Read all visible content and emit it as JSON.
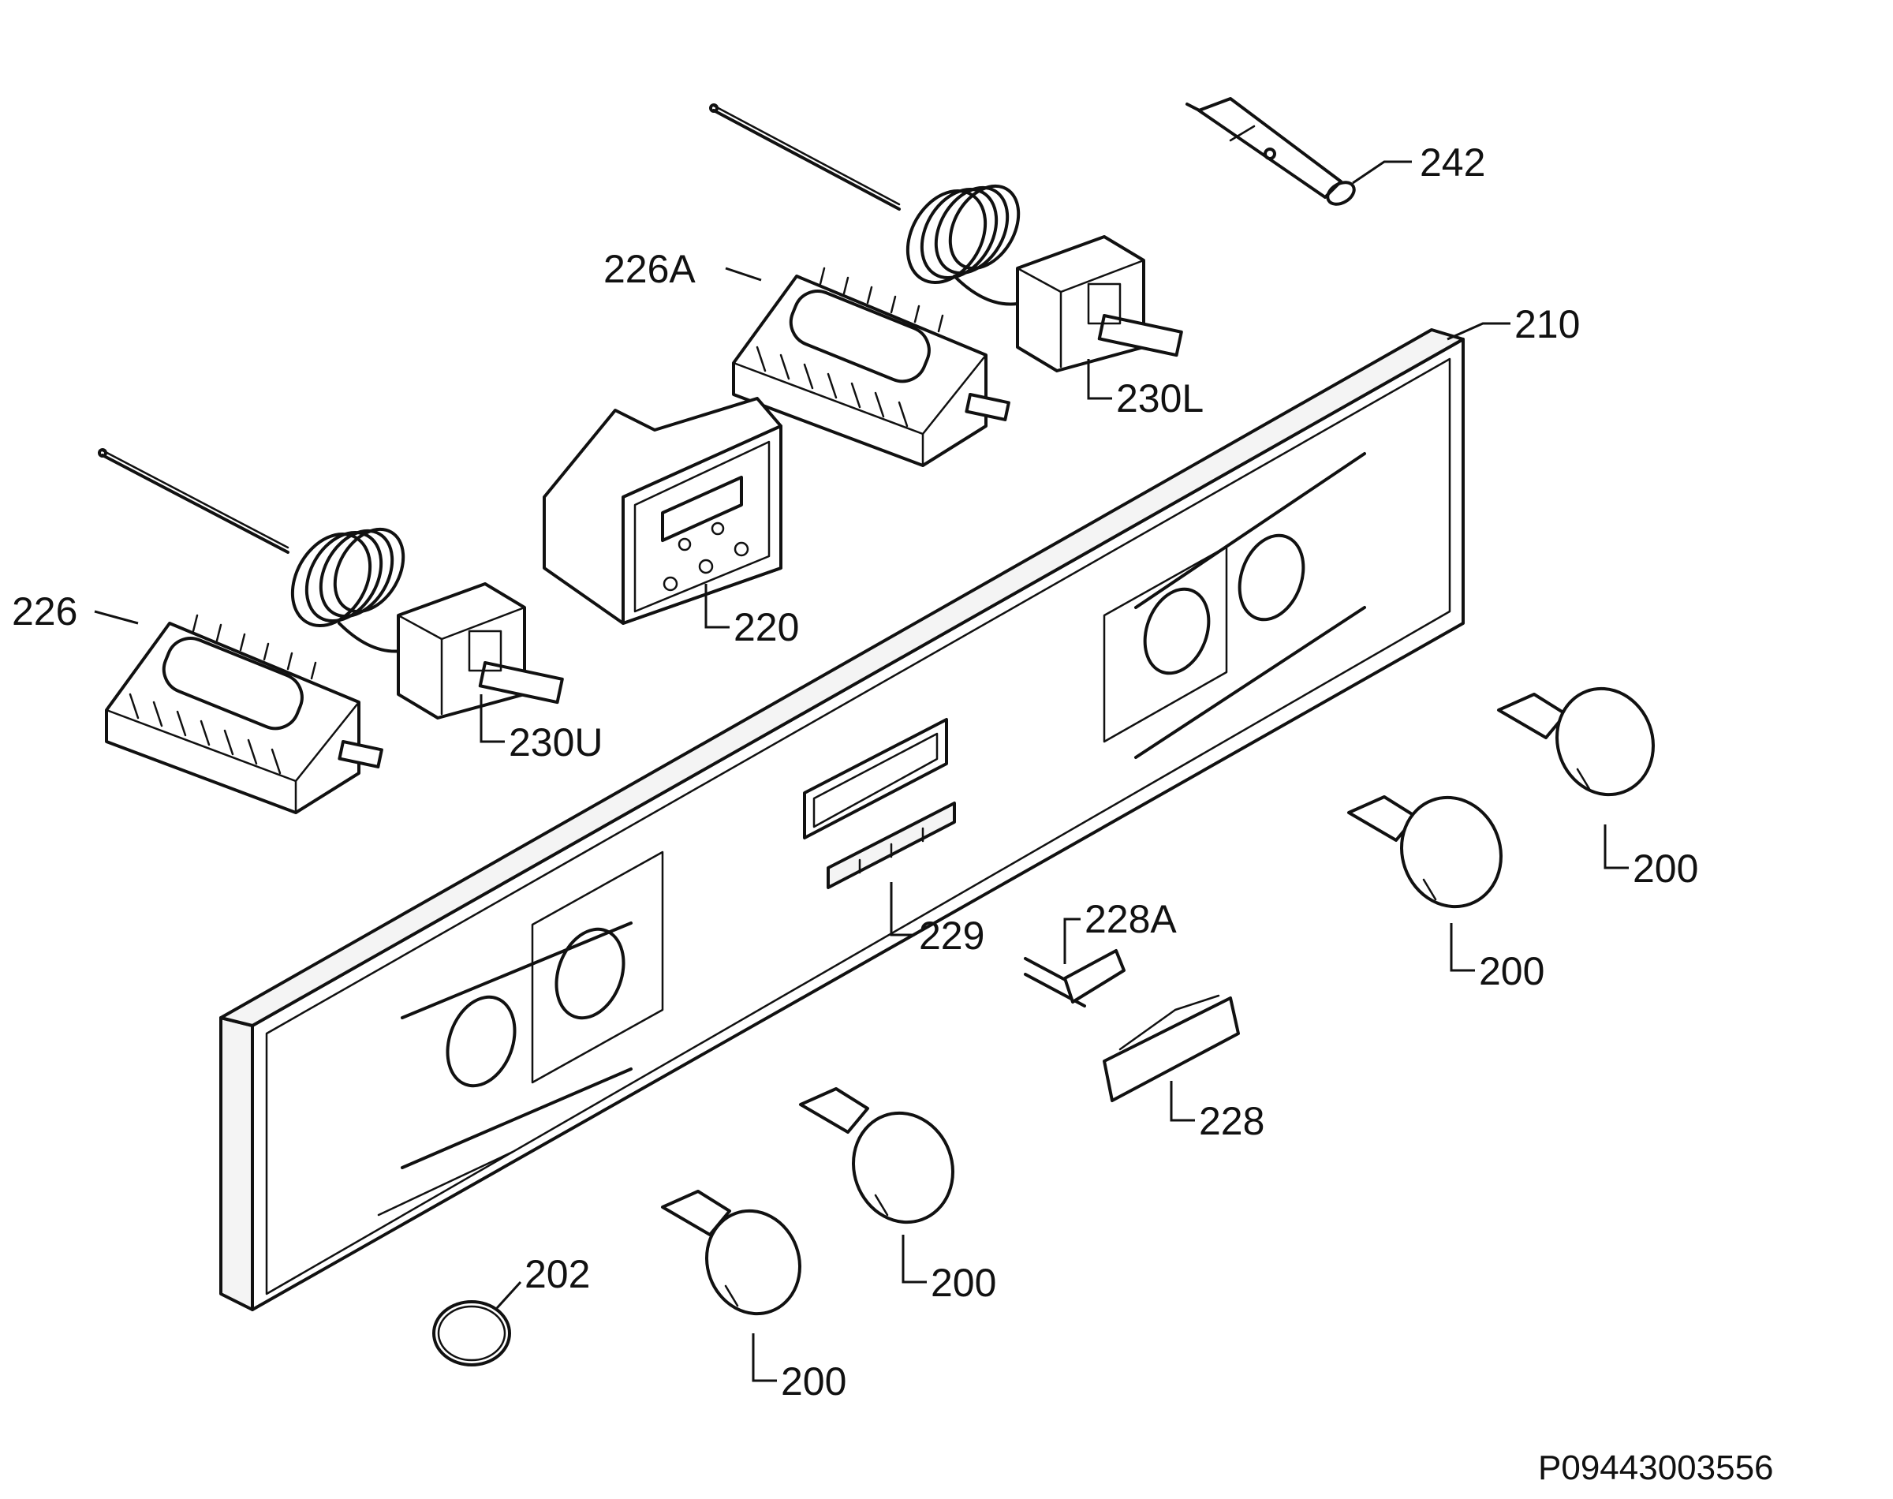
{
  "callouts": {
    "p242": "242",
    "p226a": "226A",
    "p210": "210",
    "p230l": "230L",
    "p226": "226",
    "p220": "220",
    "p230u": "230U",
    "p200_a": "200",
    "p200_b": "200",
    "p228a": "228A",
    "p229": "229",
    "p228": "228",
    "p200_c": "200",
    "p202": "202",
    "p200_d": "200"
  },
  "document_id": "P09443003556"
}
